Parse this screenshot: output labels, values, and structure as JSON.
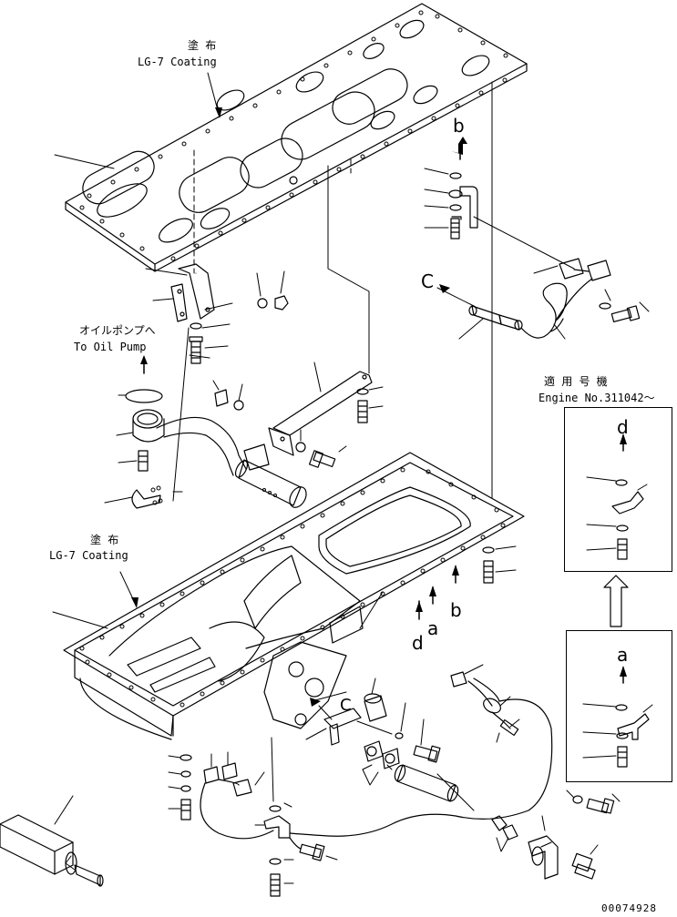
{
  "coating_top": {
    "jp": "塗 布",
    "en": "LG-7 Coating"
  },
  "coating_bottom": {
    "jp": "塗 布",
    "en": "LG-7 Coating"
  },
  "oil_pump": {
    "jp": "オイルポンプへ",
    "en": "To Oil Pump"
  },
  "engine_applicable": {
    "jp": "適 用 号 機",
    "en": "Engine No.311042～"
  },
  "view_letters": {
    "a": "a",
    "b": "b",
    "c": "C",
    "d": "d"
  },
  "drawing_number": "00074928"
}
